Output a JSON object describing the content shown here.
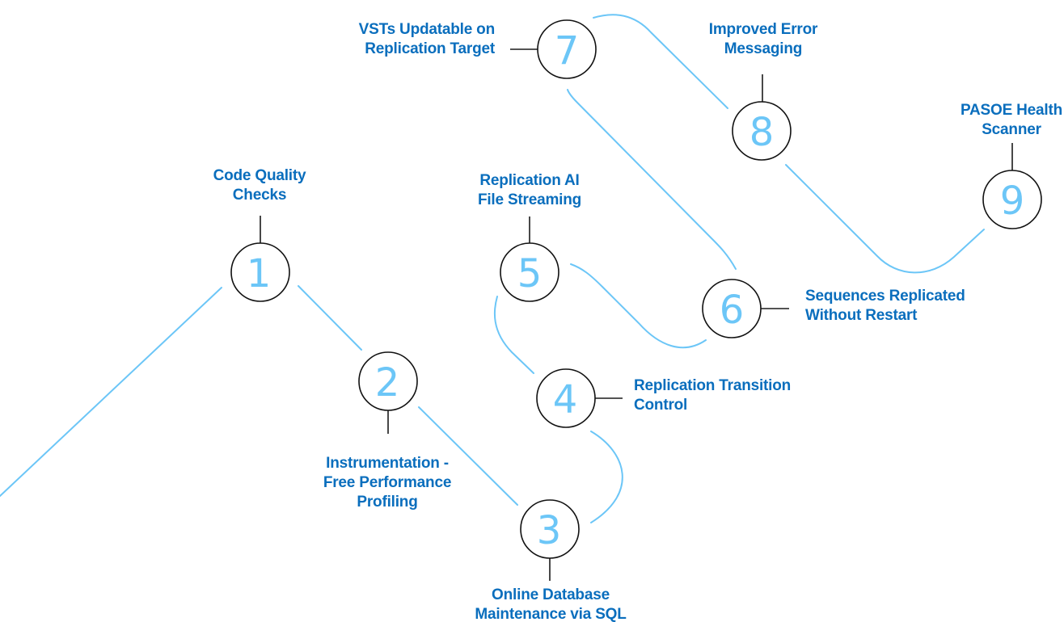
{
  "diagram": {
    "type": "roadmap-path",
    "colors": {
      "path": "#6cc6f7",
      "node_number": "#6cc6f7",
      "node_outline": "#111111",
      "connector": "#1a1a1a",
      "label": "#0a6ebd",
      "background": "#ffffff"
    },
    "milestones": [
      {
        "number": "1",
        "label_lines": [
          "Code Quality",
          "Checks"
        ]
      },
      {
        "number": "2",
        "label_lines": [
          "Instrumentation -",
          "Free Performance",
          "Profiling"
        ]
      },
      {
        "number": "3",
        "label_lines": [
          "Online Database",
          "Maintenance via SQL"
        ]
      },
      {
        "number": "4",
        "label_lines": [
          "Replication Transition",
          "Control"
        ]
      },
      {
        "number": "5",
        "label_lines": [
          "Replication AI",
          "File Streaming"
        ]
      },
      {
        "number": "6",
        "label_lines": [
          "Sequences Replicated",
          "Without Restart"
        ]
      },
      {
        "number": "7",
        "label_lines": [
          "VSTs Updatable on",
          "Replication Target"
        ]
      },
      {
        "number": "8",
        "label_lines": [
          "Improved Error",
          "Messaging"
        ]
      },
      {
        "number": "9",
        "label_lines": [
          "PASOE Health",
          "Scanner"
        ]
      }
    ]
  }
}
